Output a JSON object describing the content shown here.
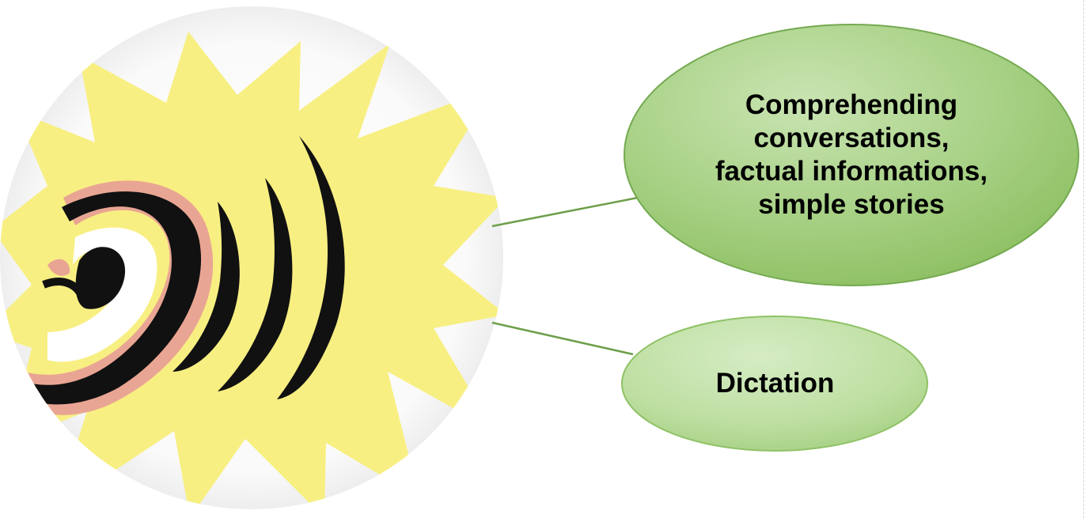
{
  "diagram": {
    "nodes": [
      {
        "id": "comprehending",
        "label": "Comprehending conversations, factual informations, simple stories"
      },
      {
        "id": "dictation",
        "label": "Dictation"
      }
    ],
    "central_image": "listening-ear-icon",
    "colors": {
      "node_fill_light": "#c6e3ad",
      "node_fill_dark": "#8fc266",
      "node_border": "#74aa50",
      "connector": "#6e9e4a",
      "burst_yellow": "#f8ef82",
      "ear_outline": "#e9a593"
    }
  }
}
